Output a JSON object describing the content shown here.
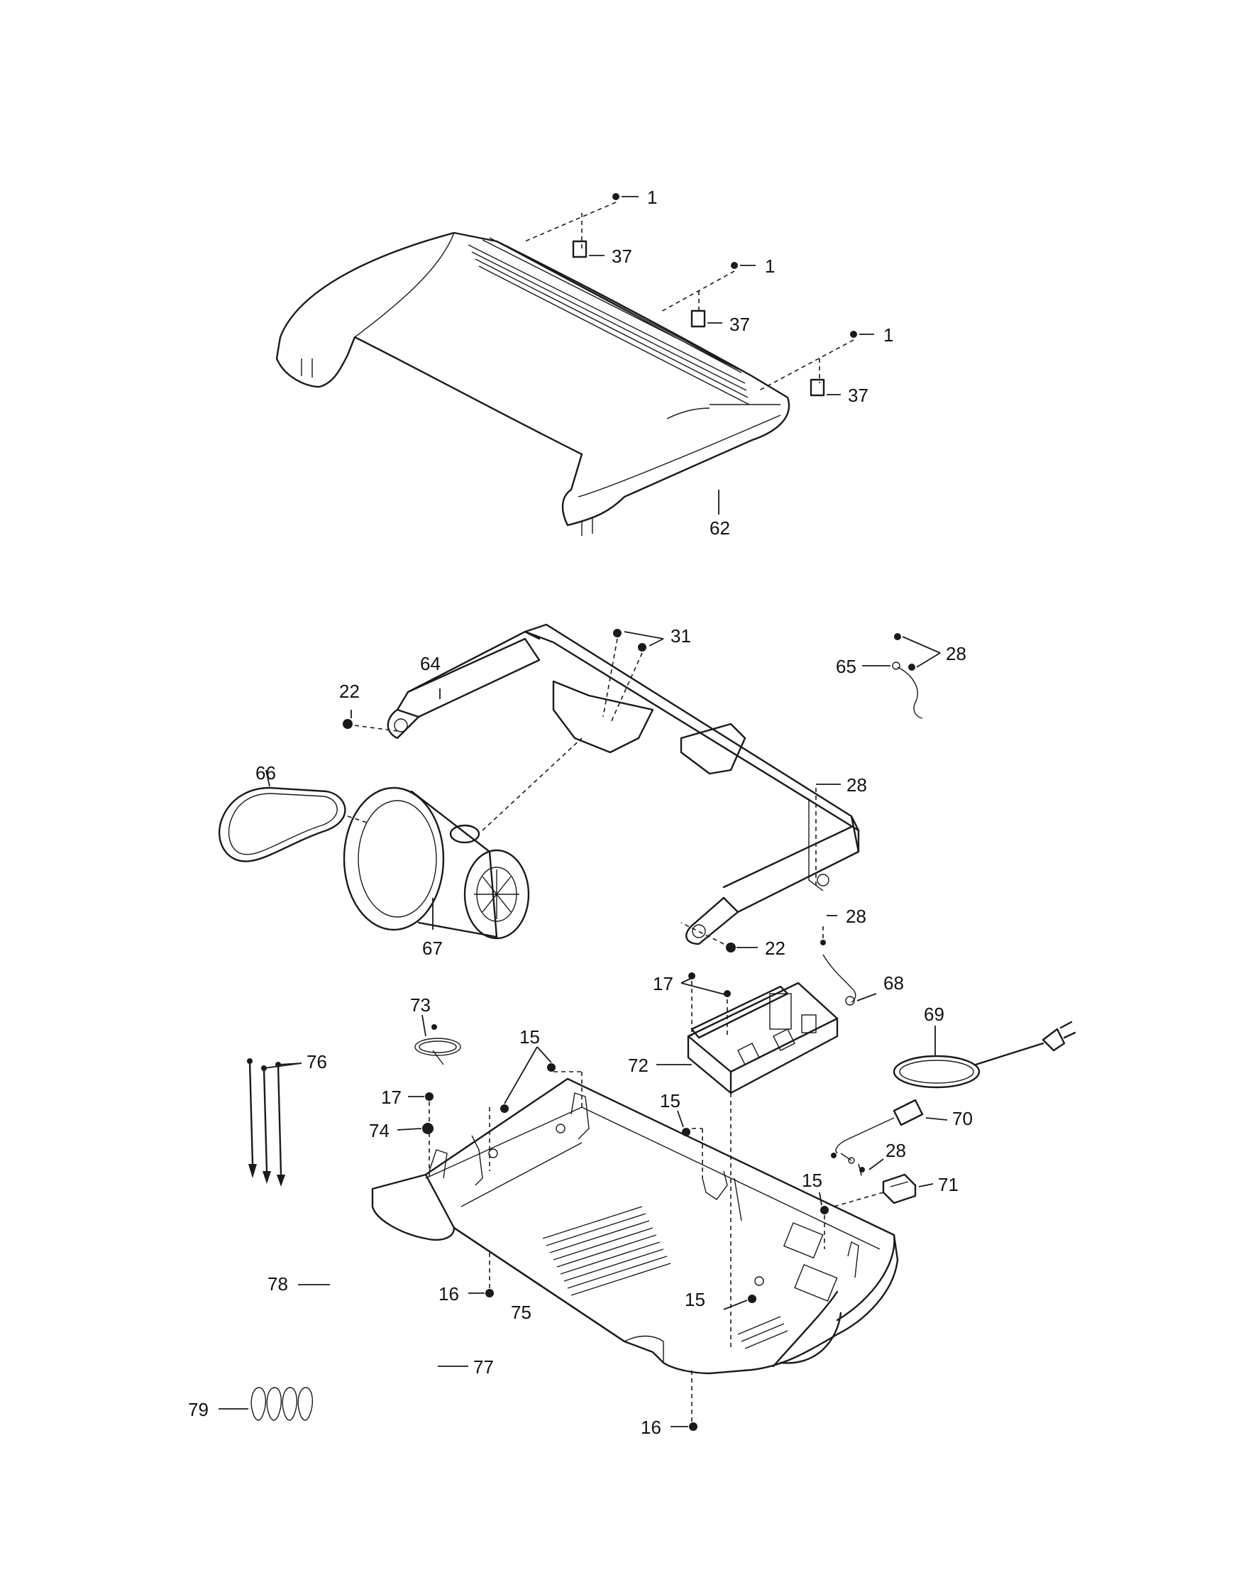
{
  "diagram": {
    "callouts": [
      {
        "id": "c1a",
        "text": "1"
      },
      {
        "id": "c37a",
        "text": "37"
      },
      {
        "id": "c1b",
        "text": "1"
      },
      {
        "id": "c37b",
        "text": "37"
      },
      {
        "id": "c1c",
        "text": "1"
      },
      {
        "id": "c37c",
        "text": "37"
      },
      {
        "id": "c62",
        "text": "62"
      },
      {
        "id": "c31",
        "text": "31"
      },
      {
        "id": "c28a",
        "text": "28"
      },
      {
        "id": "c65",
        "text": "65"
      },
      {
        "id": "c64",
        "text": "64"
      },
      {
        "id": "c22a",
        "text": "22"
      },
      {
        "id": "c66",
        "text": "66"
      },
      {
        "id": "c28b",
        "text": "28"
      },
      {
        "id": "c67",
        "text": "67"
      },
      {
        "id": "c28c",
        "text": "28"
      },
      {
        "id": "c22b",
        "text": "22"
      },
      {
        "id": "c17a",
        "text": "17"
      },
      {
        "id": "c68",
        "text": "68"
      },
      {
        "id": "c73",
        "text": "73"
      },
      {
        "id": "c69",
        "text": "69"
      },
      {
        "id": "c15a",
        "text": "15"
      },
      {
        "id": "c76",
        "text": "76"
      },
      {
        "id": "c72",
        "text": "72"
      },
      {
        "id": "c17b",
        "text": "17"
      },
      {
        "id": "c15b",
        "text": "15"
      },
      {
        "id": "c70",
        "text": "70"
      },
      {
        "id": "c74",
        "text": "74"
      },
      {
        "id": "c28d",
        "text": "28"
      },
      {
        "id": "c15c",
        "text": "15"
      },
      {
        "id": "c71",
        "text": "71"
      },
      {
        "id": "c78",
        "text": "78"
      },
      {
        "id": "c16a",
        "text": "16"
      },
      {
        "id": "c75",
        "text": "75"
      },
      {
        "id": "c15d",
        "text": "15"
      },
      {
        "id": "c77",
        "text": "77"
      },
      {
        "id": "c79",
        "text": "79"
      },
      {
        "id": "c16b",
        "text": "16"
      }
    ]
  }
}
